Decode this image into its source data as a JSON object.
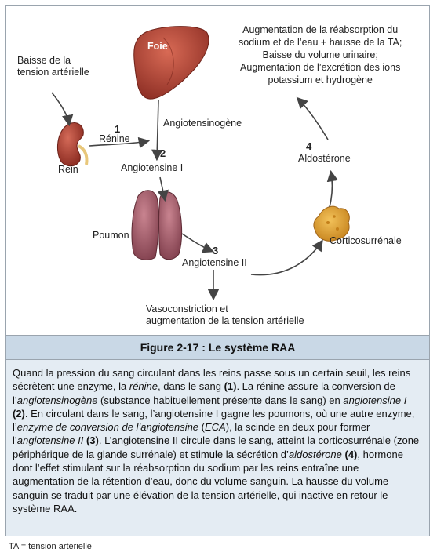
{
  "diagram": {
    "labels": {
      "baisse": "Baisse de la\ntension artérielle",
      "rein": "Rein",
      "foie": "Foie",
      "renine": "Rénine",
      "angiotensinogene": "Angiotensinogène",
      "angiotensine1": "Angiotensine I",
      "poumon": "Poumon",
      "angiotensine2": "Angiotensine II",
      "vasoconstriction": "Vasoconstriction et\naugmentation de la tension artérielle",
      "corticosurrenale": "Corticosurrénale",
      "aldosterone": "Aldostérone",
      "effets": "Augmentation de la réabsorption du\nsodium et de l’eau + hausse de la TA;\nBaisse du volume urinaire;\nAugmentation de l’excrétion des ions\npotassium et hydrogène"
    },
    "steps": {
      "s1": "1",
      "s2": "2",
      "s3": "3",
      "s4": "4"
    }
  },
  "caption": {
    "title": "Figure 2-17 : Le système RAA"
  },
  "description": {
    "p1": "Quand la pression du sang circulant dans les reins passe sous un certain seuil, les reins sécrètent une enzyme, la ",
    "renine": "rénine",
    "p2": ", dans le sang ",
    "n1": "(1)",
    "p3": ". La rénine assure la conversion de l’",
    "angiotensinogene": "angiotensinogène",
    "p4": " (substance habituellement présente dans le sang) en ",
    "angiotensine1": "angiotensine I",
    "n2": " (2)",
    "p5": ". En circulant dans le sang, l’angiotensine I gagne les poumons, où une autre enzyme, l’",
    "eca": "enzyme de conversion de l’angiotensine",
    "p6": " (",
    "eca_abbr": "ECA",
    "p7": "), la scinde en deux pour former l’",
    "angiotensine2": "angiotensine II",
    "n3": " (3)",
    "p8": ". L’angiotensine II circule dans le sang, atteint la corticosurrénale (zone périphérique de la glande surrénale) et stimule la sécrétion d’",
    "aldosterone": "aldostérone",
    "n4": " (4)",
    "p9": ", hormone dont l’effet stimulant sur la réabsorption du sodium par les reins entraîne une augmentation de la rétention d’eau, donc du volume sanguin. La hausse du volume sanguin se traduit par une élévation de la tension artérielle, qui inactive en retour le système RAA."
  },
  "footnote": "TA = tension artérielle",
  "colors": {
    "caption_bar": "#c9d8e6",
    "description_bg": "#e4ecf3",
    "liver": "#b8473a",
    "lung": "#a85a6a",
    "kidney": "#b03a2e",
    "adrenal": "#e0a02a"
  }
}
